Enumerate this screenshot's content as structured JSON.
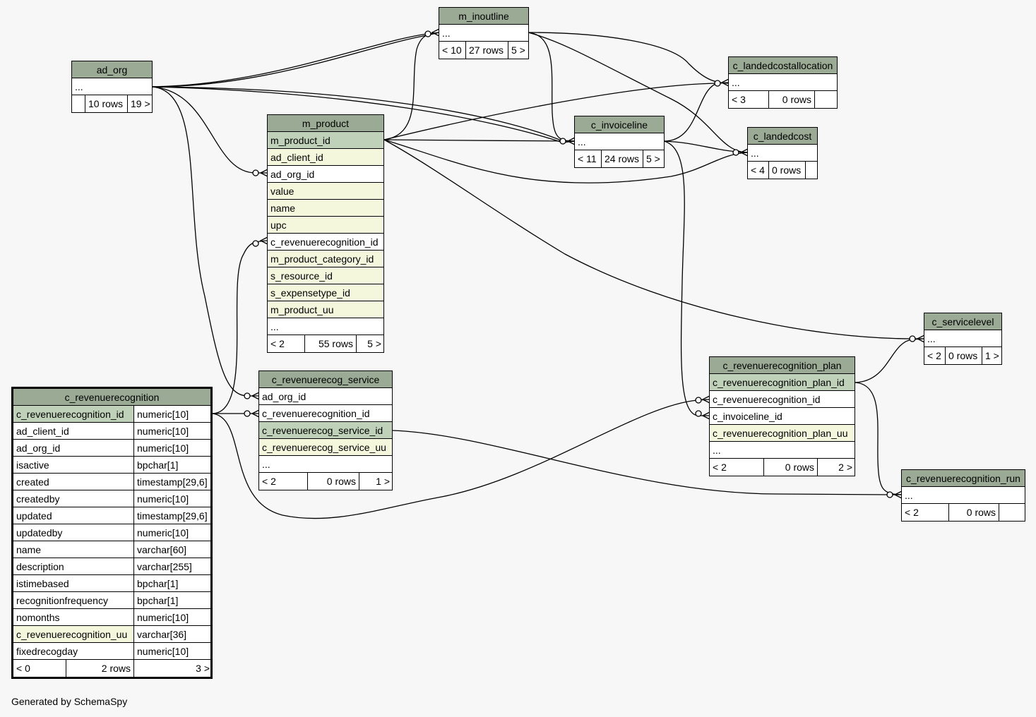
{
  "colors": {
    "background": "#f7f7f7",
    "header": "#9aaa94",
    "primary_key": "#bfd1b9",
    "indexed": "#f4f7dc",
    "plain": "#ffffff",
    "line": "#000000"
  },
  "footer": "Generated by SchemaSpy",
  "tables": {
    "m_inoutline": {
      "name": "m_inoutline",
      "ellipsis": "...",
      "parents": "< 10",
      "rows": "27 rows",
      "children": "5 >"
    },
    "ad_org": {
      "name": "ad_org",
      "ellipsis": "...",
      "parents": "",
      "rows": "10 rows",
      "children": "19 >"
    },
    "m_product": {
      "name": "m_product",
      "columns": [
        "m_product_id",
        "ad_client_id",
        "ad_org_id",
        "value",
        "name",
        "upc",
        "c_revenuerecognition_id",
        "m_product_category_id",
        "s_resource_id",
        "s_expensetype_id",
        "m_product_uu"
      ],
      "ellipsis": "...",
      "parents": "< 2",
      "rows": "55 rows",
      "children": "5 >"
    },
    "c_invoiceline": {
      "name": "c_invoiceline",
      "ellipsis": "...",
      "parents": "< 11",
      "rows": "24 rows",
      "children": "5 >"
    },
    "c_landedcostallocation": {
      "name": "c_landedcostallocation",
      "ellipsis": "...",
      "parents": "< 3",
      "rows": "0 rows",
      "children": ""
    },
    "c_landedcost": {
      "name": "c_landedcost",
      "ellipsis": "...",
      "parents": "< 4",
      "rows": "0 rows",
      "children": ""
    },
    "c_servicelevel": {
      "name": "c_servicelevel",
      "ellipsis": "...",
      "parents": "< 2",
      "rows": "0 rows",
      "children": "1 >"
    },
    "c_revenuerecognition_plan": {
      "name": "c_revenuerecognition_plan",
      "columns": [
        "c_revenuerecognition_plan_id",
        "c_revenuerecognition_id",
        "c_invoiceline_id",
        "c_revenuerecognition_plan_uu"
      ],
      "ellipsis": "...",
      "parents": "< 2",
      "rows": "0 rows",
      "children": "2 >"
    },
    "c_revenuerecognition_run": {
      "name": "c_revenuerecognition_run",
      "ellipsis": "...",
      "parents": "< 2",
      "rows": "0 rows",
      "children": ""
    },
    "c_revenuerecog_service": {
      "name": "c_revenuerecog_service",
      "columns": [
        "ad_org_id",
        "c_revenuerecognition_id",
        "c_revenuerecog_service_id",
        "c_revenuerecog_service_uu"
      ],
      "ellipsis": "...",
      "parents": "< 2",
      "rows": "0 rows",
      "children": "1 >"
    },
    "c_revenuerecognition": {
      "name": "c_revenuerecognition",
      "columns": [
        {
          "name": "c_revenuerecognition_id",
          "type": "numeric[10]"
        },
        {
          "name": "ad_client_id",
          "type": "numeric[10]"
        },
        {
          "name": "ad_org_id",
          "type": "numeric[10]"
        },
        {
          "name": "isactive",
          "type": "bpchar[1]"
        },
        {
          "name": "created",
          "type": "timestamp[29,6]"
        },
        {
          "name": "createdby",
          "type": "numeric[10]"
        },
        {
          "name": "updated",
          "type": "timestamp[29,6]"
        },
        {
          "name": "updatedby",
          "type": "numeric[10]"
        },
        {
          "name": "name",
          "type": "varchar[60]"
        },
        {
          "name": "description",
          "type": "varchar[255]"
        },
        {
          "name": "istimebased",
          "type": "bpchar[1]"
        },
        {
          "name": "recognitionfrequency",
          "type": "bpchar[1]"
        },
        {
          "name": "nomonths",
          "type": "numeric[10]"
        },
        {
          "name": "c_revenuerecognition_uu",
          "type": "varchar[36]"
        },
        {
          "name": "fixedrecogday",
          "type": "numeric[10]"
        }
      ],
      "parents": "< 0",
      "rows": "2 rows",
      "children": "3 >"
    }
  }
}
